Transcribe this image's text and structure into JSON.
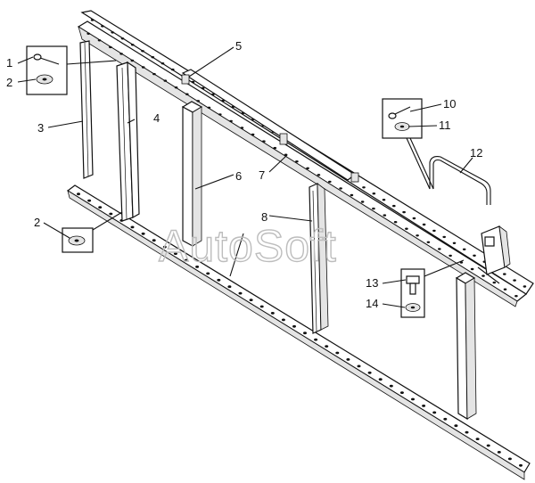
{
  "diagram": {
    "watermark": "AutoSoft",
    "callouts": [
      {
        "id": "c1",
        "label": "1"
      },
      {
        "id": "c2a",
        "label": "2"
      },
      {
        "id": "c3",
        "label": "3"
      },
      {
        "id": "c4",
        "label": "4"
      },
      {
        "id": "c5",
        "label": "5"
      },
      {
        "id": "c6",
        "label": "6"
      },
      {
        "id": "c7",
        "label": "7"
      },
      {
        "id": "c2b",
        "label": "2"
      },
      {
        "id": "c8",
        "label": "8"
      },
      {
        "id": "c10",
        "label": "10"
      },
      {
        "id": "c11",
        "label": "11"
      },
      {
        "id": "c12",
        "label": "12"
      },
      {
        "id": "c13",
        "label": "13"
      },
      {
        "id": "c14",
        "label": "14"
      }
    ]
  }
}
